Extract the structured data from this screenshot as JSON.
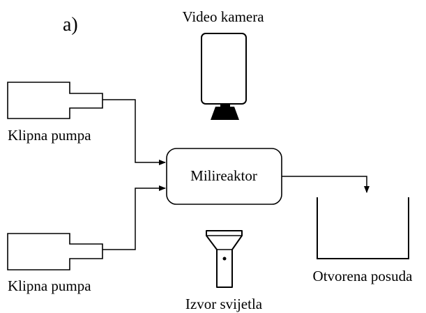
{
  "panel_label": "a)",
  "camera": {
    "label": "Video kamera",
    "icon": "video-camera-icon"
  },
  "pump_top": {
    "label": "Klipna pumpa",
    "icon": "piston-pump-icon"
  },
  "pump_bottom": {
    "label": "Klipna pumpa",
    "icon": "piston-pump-icon"
  },
  "reactor": {
    "label": "Milireaktor"
  },
  "vessel": {
    "label": "Otvorena posuda",
    "icon": "open-vessel-icon"
  },
  "light": {
    "label": "Izvor svijetla",
    "icon": "flashlight-icon"
  },
  "colors": {
    "stroke": "#000000",
    "background": "#ffffff"
  }
}
